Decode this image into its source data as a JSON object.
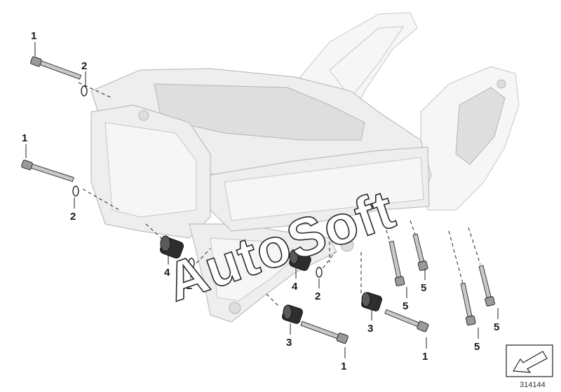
{
  "callouts": {
    "c1a": "1",
    "c2a": "2",
    "c1b": "1",
    "c2b": "2",
    "c4a": "4",
    "c2c": "2",
    "c4b": "4",
    "c2d": "2",
    "c3a": "3",
    "c3b": "3",
    "c1c": "1",
    "c1d": "1",
    "c5a": "5",
    "c5b": "5",
    "c5c": "5",
    "c5d": "5"
  },
  "watermark": "AutoSoft",
  "reference_number": "314144",
  "icons": {
    "view_arrow": "arrow-icon"
  }
}
